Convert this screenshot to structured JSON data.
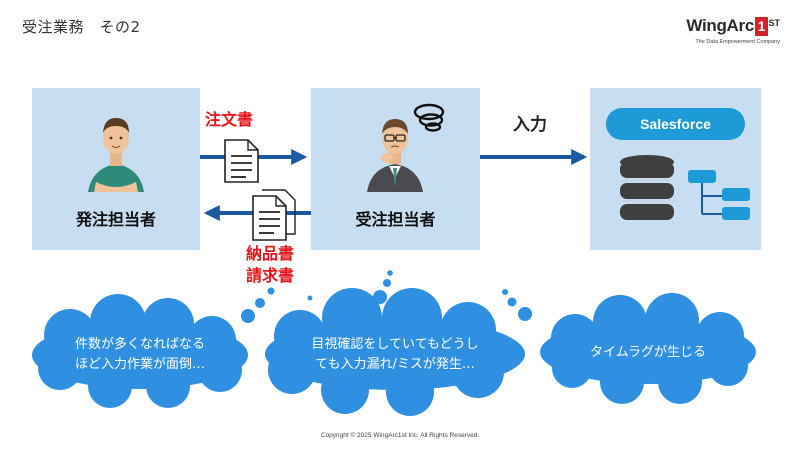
{
  "title": "受注業務　その2",
  "logo": {
    "brand": "WingArc",
    "mark": "1",
    "suffix": "ST",
    "tagline": "The Data Empowerment Company"
  },
  "actors": {
    "orderer": "発注担当者",
    "receiver": "受注担当者"
  },
  "system": {
    "name": "Salesforce"
  },
  "flows": {
    "order": "注文書",
    "return_line1": "納品書",
    "return_line2": "請求書",
    "input": "入力"
  },
  "issues": [
    {
      "line1": "件数が多くなればなる",
      "line2": "ほど入力作業が面倒…"
    },
    {
      "line1": "目視確認をしていてもどうし",
      "line2": "ても入力漏れ/ミスが発生…"
    },
    {
      "line1": "タイムラグが生じる"
    }
  ],
  "colors": {
    "box": "#c7def2",
    "arrow": "#1a5aa0",
    "cloud": "#2f8fe0",
    "accent_red": "#e8141b",
    "salesforce": "#1e9ad6"
  },
  "footer": {
    "copyright": "Copyright © 2025 WingArc1st Inc.  All Rights Reserved."
  }
}
